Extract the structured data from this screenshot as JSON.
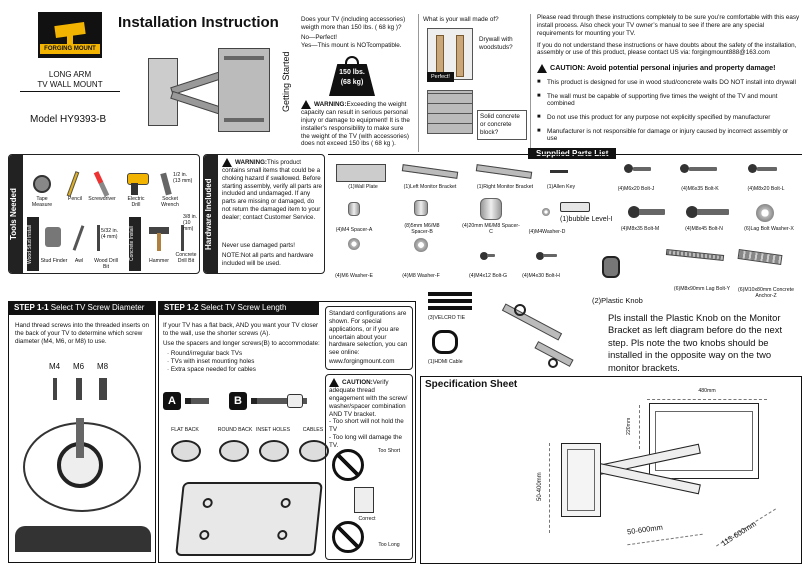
{
  "header": {
    "brand": "FORGING MOUNT",
    "product_line1": "LONG ARM",
    "product_line2": "TV WALL MOUNT",
    "model": "Model  HY9393-B",
    "title": "Installation Instruction"
  },
  "getting_started": {
    "side_label": "Getting Started",
    "question": "Does your TV (including accessories) weigth more than 150 lbs. ( 68 kg )?",
    "no_answer": "No—Perfect!",
    "yes_answer": "Yes—This mount is NOTcompatible.",
    "weight_line1": "150 lbs.",
    "weight_line2": "(68 kg)",
    "warning_head": "WARNING:",
    "warning_text": "Exceeding the weight capacity can result in serious personal injury or damage to equipment! It is the installer's responsibility to make sure the weight of the TV (with accessories) does not exceed 150 lbs ( 68 kg )."
  },
  "wall": {
    "question": "What is your wall made of?",
    "drywall_label": "Drywall with woodstuds?",
    "perfect_label": "Perfect!",
    "concrete_label": "Solid concrete or concrete block?"
  },
  "intro": {
    "para1": "Please read  through these instructions completely to be sure you’re comfortable with this easy install process. Also check your TV owner’s manual to see if there are any special requirements for mounting your TV.",
    "para2": "If you do not understand these instructions or have doubts about the safety of the installation, assembly or use of this product, please contact US via: forgingmount888@163.com",
    "caution_title": "CAUTION: Avoid potential personal injuries and property damage!",
    "bullets": [
      "This product is designed for use in wood stud/concrete walls  DO NOT install into drywall",
      "The wall must be capable of supporting five times the weight of the TV and mount combined",
      "Do not use this product for any purpose not explicitly specified by manufacturer",
      "Manufacturer is not responsible for damage or injury caused by incorrect assembly or use"
    ]
  },
  "tools": {
    "side_label": "Tools Needed",
    "items": [
      "Tape Measure",
      "Pencil",
      "Screwdriver",
      "Electric Drill",
      "Socket Wrench"
    ],
    "socket_size_1": "1/2 in.",
    "socket_size_2": "(13 mm)",
    "wood_tab": "Wood Stud Install",
    "concrete_tab": "Concrete Install",
    "wood_items": [
      "Stud Finder",
      "Awl",
      "Wood Drill Bit"
    ],
    "wood_drill_size": "5/32 in. (4 mm)",
    "concrete_items": [
      "Hammer",
      "Concrete Drill Bit"
    ],
    "concrete_drill_size": "3/8 in. (10 mm)"
  },
  "hardware": {
    "side_label": "Hardware Included",
    "warning_head": "WARNING:",
    "warning_text": "This product contains small items that could be a choking hazard if swallowed. Before starting assembly, verify all parts are included and undamaged. If any parts are missing or damaged, do not return the damaged item to your dealer; contact Customer Service.",
    "warning_line2": "Never use damaged parts!",
    "note": "NOTE:Not all parts and hardware included will be used."
  },
  "parts": {
    "title": "Supplied Parts List",
    "wall_plate": "(1)Wall Plate",
    "left_bracket": "(1)Left Monitor Bracket",
    "right_bracket": "(1)Right Monitor Bracket",
    "allen_key": "(1)Allen Key",
    "bolt_j": "(4)M6x20 Bolt-J",
    "bolt_k": "(4)M6x35 Bolt-K",
    "bolt_l": "(4)M8x20 Bolt-L",
    "spacer_a": "(4)M4 Spacer-A",
    "spacer_b": "(8)5mm M6/M8 Spacer-B",
    "spacer_c": "(4)20mm M6/M8 Spacer-C",
    "washer_d": "(4)M4Washer-D",
    "bubble_level": "(1)bubble Level-I",
    "bolt_m": "(4)M8x35 Bolt-M",
    "bolt_n": "(4)M8x45 Bolt-N",
    "lag_washer": "(6)Lag Bolt Washer-X",
    "washer_e": "(4)M6 Washer-E",
    "washer_f": "(4)M8 Washer-F",
    "bolt_g": "(4)M4x12 Bolt-G",
    "bolt_h": "(4)M4x30 Bolt-H",
    "lag_bolt": "(6)M8x90mm Lag Bolt-Y",
    "anchor": "(6)M10x80mm Concrete Anchor-Z",
    "velcro": "(3)VELCRO TIE",
    "hdmi": "(1)HDMI Cable",
    "plastic_knob": "(2)Plastic Knob",
    "knob_note": "Pls install the Plastic Knob on the Monitor Bracket as left diagram before do the next step. Pls note the two knobs should be installed in the opposite way on the two monitor brackets."
  },
  "step11": {
    "title": "STEP 1-1",
    "subtitle": "Select TV Screw Diameter",
    "text": "Hand thread screws into the threaded inserts on the back of your TV to determine which screw diameter (M4, M6, or M8) to use.",
    "sizes": [
      "M4",
      "M6",
      "M8"
    ]
  },
  "step12": {
    "title": "STEP 1-2",
    "subtitle": "Select TV Screw Length",
    "text": "If your TV has a flat back, AND you want your TV closer to the wall, use the shorter screws (A).",
    "text2": "Use the spacers and longer screws(B) to accommodate:",
    "list": [
      "Round/irregular back TVs",
      "TVs with inset mounting holes",
      "Extra space needed for cables"
    ],
    "a_label": "A",
    "b_label": "B",
    "backs": [
      "FLAT BACK",
      "ROUND BACK",
      "INSET HOLES",
      "CABLES"
    ]
  },
  "standard_box": {
    "text": "Standard configurations are shown. For special applications, or if you are uncertain about your hardware selection, you can see online:",
    "url": "www.forgingmount.com"
  },
  "caution_box": {
    "head": "CAUTION:",
    "text": "Verify adequate thread engagement with the screw/ washer/spacer combination AND TV  bracket.",
    "line1": "- Too short will not hold the TV",
    "line2": "- Too long will damage the TV.",
    "too_short": "Too Short",
    "correct": "Correct",
    "too_long": "Too Long"
  },
  "spec": {
    "title": "Specification Sheet",
    "dim_top": "480mm",
    "dim_small": "220mm",
    "dim_left": "50-400mm",
    "dim_bottom": "50-600mm",
    "dim_diag": "115-600mm"
  }
}
